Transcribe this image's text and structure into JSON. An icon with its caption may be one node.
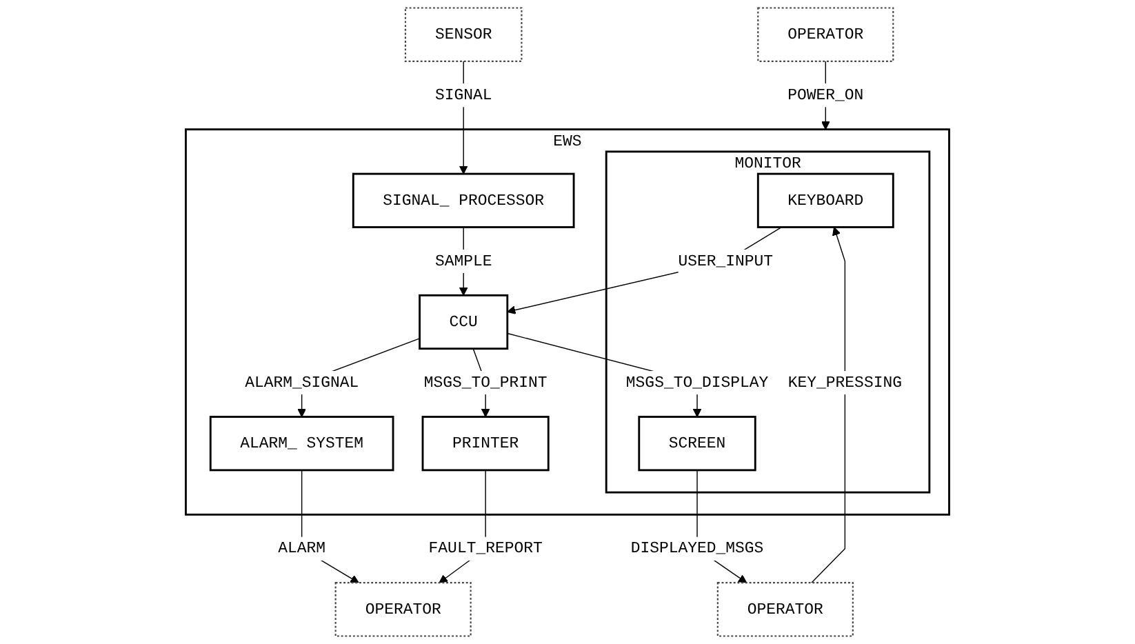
{
  "diagram": {
    "nodes": [
      {
        "text": [
          "OPERATOR"
        ]
      },
      {
        "text": [
          "EWS"
        ]
      },
      {
        "text": [
          "MONITOR"
        ],
        "in": 1
      },
      {
        "text": [
          "CCU"
        ],
        "in": 1
      },
      {
        "text": [
          "ALARM_ SYSTEM"
        ],
        "in": 1
      },
      {
        "text": [
          "KEYBOARD"
        ],
        "in": 2
      },
      {
        "text": [
          "OPERATOR"
        ]
      },
      {
        "text": [
          "OPERATOR"
        ]
      },
      {
        "text": [
          "SCREEN"
        ],
        "in": 2
      },
      {
        "text": [
          "SIGNAL_ PROCESSOR"
        ],
        "in": 1
      },
      {
        "text": [
          "PRINTER"
        ],
        "in": 1
      },
      {
        "text": [
          "SENSOR"
        ]
      }
    ],
    "edges": [
      {
        "from": 0,
        "to": 1,
        "arrow": "to",
        "label": "POWER_ON"
      },
      {
        "from": 3,
        "to": 4,
        "arrow": "to",
        "label": "ALARM_SIGNAL"
      },
      {
        "from": 5,
        "to": 3,
        "arrow": "to",
        "label": "USER_INPUT"
      },
      {
        "from": 6,
        "to": 5,
        "arrow": "to",
        "label": "KEY_PRESSING"
      },
      {
        "from": 4,
        "to": 7,
        "arrow": "to",
        "label": "ALARM"
      },
      {
        "from": 3,
        "to": 8,
        "arrow": "to",
        "label": "MSGS_TO_DISPLAY"
      },
      {
        "from": 3,
        "to": 10,
        "arrow": "to",
        "label": "MSGS_TO_PRINT"
      },
      {
        "from": 9,
        "to": 3,
        "arrow": "to",
        "label": "SAMPLE"
      },
      {
        "from": 8,
        "to": 6,
        "arrow": "to",
        "label": "DISPLAYED_MSGS"
      },
      {
        "from": 10,
        "to": 7,
        "arrow": "to",
        "label": "FAULT_REPORT"
      },
      {
        "from": 11,
        "to": 9,
        "arrow": "to",
        "label": "SIGNAL"
      }
    ]
  }
}
